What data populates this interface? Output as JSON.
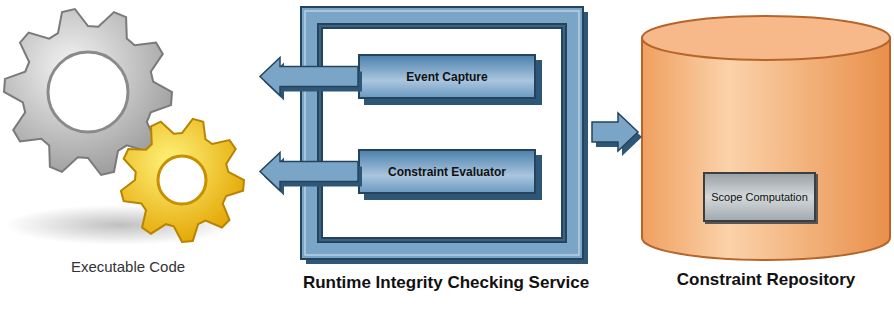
{
  "diagram": {
    "nodes": [
      {
        "text": [
          "Executable Code"
        ]
      },
      {
        "text": [
          "Runtime Integrity Checking Service"
        ]
      },
      {
        "text": [
          "Event Capture"
        ],
        "in": 1
      },
      {
        "text": [
          "Constraint Evaluator"
        ],
        "in": 1
      },
      {
        "text": [
          "Constraint Repository"
        ]
      },
      {
        "text": [
          "Scope Computation"
        ],
        "in": 4
      }
    ],
    "edges": [
      {
        "from": 2,
        "to": 0,
        "arrow": "to"
      },
      {
        "from": 3,
        "to": 0,
        "arrow": "to"
      },
      {
        "from": 1,
        "to": 4,
        "arrow": "to"
      }
    ]
  }
}
